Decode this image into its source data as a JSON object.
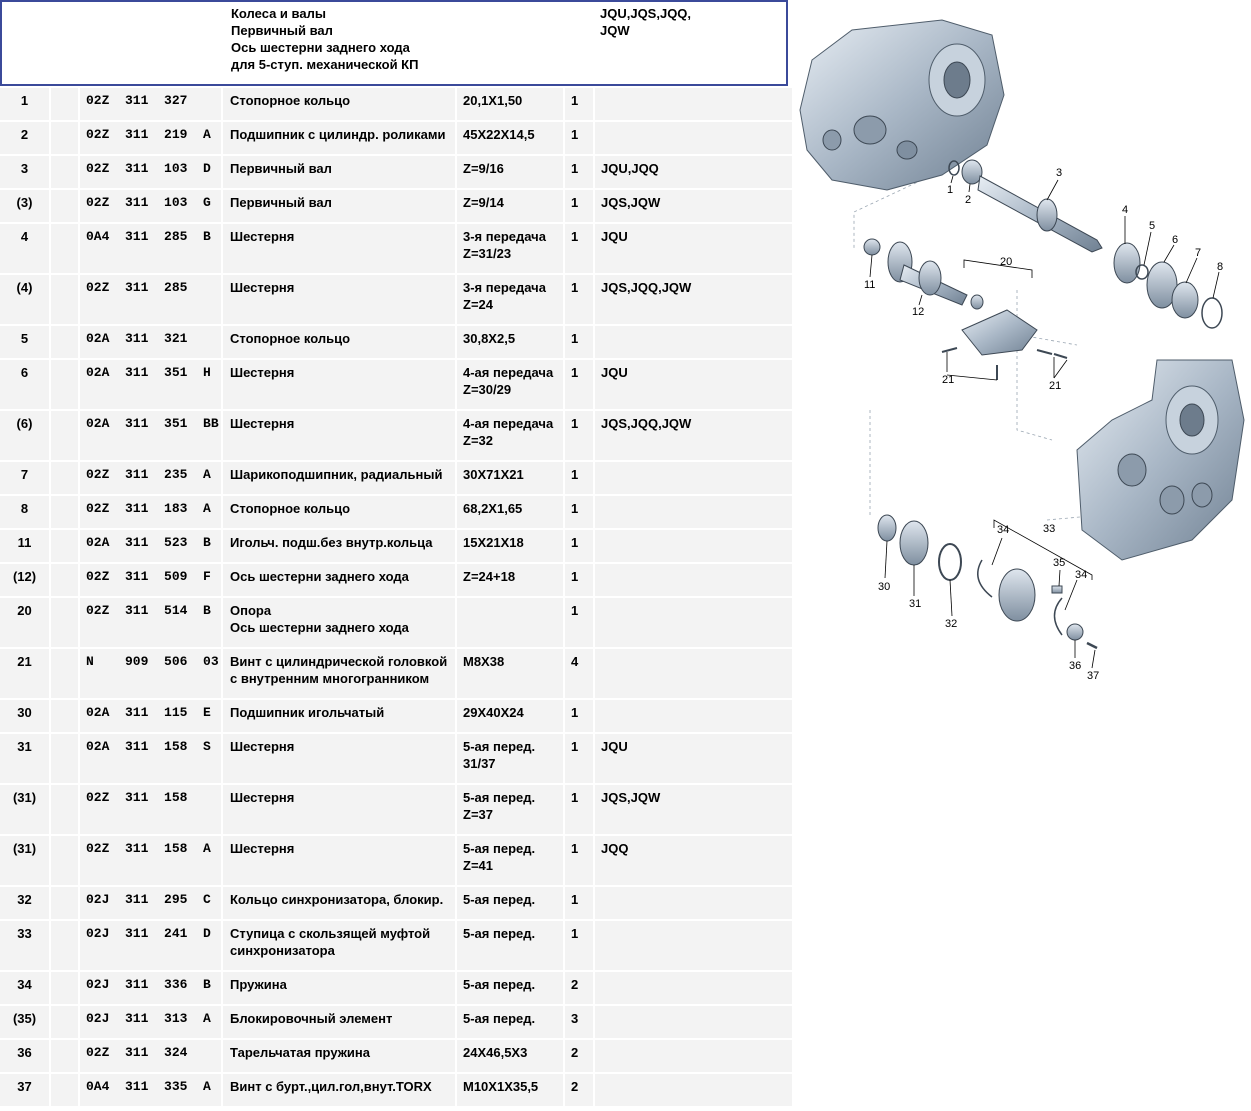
{
  "header": {
    "title_lines": "Колеса и валы\nПервичный вал\nОсь шестерни заднего хода\nдля 5-ступ. механической КП",
    "codes": "JQU,JQS,JQQ,\nJQW"
  },
  "rows": [
    {
      "pos": "1",
      "num": "02Z  311  327",
      "desc": "Стопорное кольцо",
      "spec": "20,1X1,50",
      "qty": "1",
      "code": ""
    },
    {
      "pos": "2",
      "num": "02Z  311  219  A",
      "desc": "Подшипник с цилиндр. роликами",
      "spec": "45X22X14,5",
      "qty": "1",
      "code": ""
    },
    {
      "pos": "3",
      "num": "02Z  311  103  D",
      "desc": "Первичный вал",
      "spec": "Z=9/16",
      "qty": "1",
      "code": "JQU,JQQ"
    },
    {
      "pos": "(3)",
      "num": "02Z  311  103  G",
      "desc": "Первичный вал",
      "spec": "Z=9/14",
      "qty": "1",
      "code": "JQS,JQW"
    },
    {
      "pos": "4",
      "num": "0A4  311  285  B",
      "desc": "Шестерня",
      "spec": "3-я передача\nZ=31/23",
      "qty": "1",
      "code": "JQU"
    },
    {
      "pos": "(4)",
      "num": "02Z  311  285",
      "desc": "Шестерня",
      "spec": "3-я передача\nZ=24",
      "qty": "1",
      "code": "JQS,JQQ,JQW"
    },
    {
      "pos": "5",
      "num": "02A  311  321",
      "desc": "Стопорное кольцо",
      "spec": "30,8X2,5",
      "qty": "1",
      "code": ""
    },
    {
      "pos": "6",
      "num": "02A  311  351  H",
      "desc": "Шестерня",
      "spec": "4-ая передача\nZ=30/29",
      "qty": "1",
      "code": "JQU"
    },
    {
      "pos": "(6)",
      "num": "02A  311  351  BB",
      "desc": "Шестерня",
      "spec": "4-ая передача\nZ=32",
      "qty": "1",
      "code": "JQS,JQQ,JQW"
    },
    {
      "pos": "7",
      "num": "02Z  311  235  A",
      "desc": "Шарикоподшипник, радиальный",
      "spec": "30X71X21",
      "qty": "1",
      "code": ""
    },
    {
      "pos": "8",
      "num": "02Z  311  183  A",
      "desc": "Стопорное кольцо",
      "spec": "68,2X1,65",
      "qty": "1",
      "code": ""
    },
    {
      "pos": "11",
      "num": "02A  311  523  B",
      "desc": "Игольч. подш.без внутр.кольца",
      "spec": "15X21X18",
      "qty": "1",
      "code": ""
    },
    {
      "pos": "(12)",
      "num": "02Z  311  509  F",
      "desc": "Ось шестерни заднего хода",
      "spec": "Z=24+18",
      "qty": "1",
      "code": ""
    },
    {
      "pos": "20",
      "num": "02Z  311  514  B",
      "desc": "Опора\nОсь шестерни заднего хода",
      "spec": "",
      "qty": "1",
      "code": ""
    },
    {
      "pos": "21",
      "num": "N    909  506  03",
      "desc": "Винт с цилиндрической головкой\nс внутренним многогранником",
      "spec": "M8X38",
      "qty": "4",
      "code": ""
    },
    {
      "pos": "30",
      "num": "02A  311  115  E",
      "desc": "Подшипник игольчатый",
      "spec": "29X40X24",
      "qty": "1",
      "code": ""
    },
    {
      "pos": "31",
      "num": "02A  311  158  S",
      "desc": "Шестерня",
      "spec": "5-ая перед.\n31/37",
      "qty": "1",
      "code": "JQU"
    },
    {
      "pos": "(31)",
      "num": "02Z  311  158",
      "desc": "Шестерня",
      "spec": "5-ая перед.\nZ=37",
      "qty": "1",
      "code": "JQS,JQW"
    },
    {
      "pos": "(31)",
      "num": "02Z  311  158  A",
      "desc": "Шестерня",
      "spec": "5-ая перед.\nZ=41",
      "qty": "1",
      "code": "JQQ"
    },
    {
      "pos": "32",
      "num": "02J  311  295  C",
      "desc": "Кольцо синхронизатора, блокир.",
      "spec": "5-ая перед.",
      "qty": "1",
      "code": ""
    },
    {
      "pos": "33",
      "num": "02J  311  241  D",
      "desc": "Ступица с скользящей муфтой\nсинхронизатора",
      "spec": "5-ая перед.",
      "qty": "1",
      "code": ""
    },
    {
      "pos": "34",
      "num": "02J  311  336  B",
      "desc": "Пружина",
      "spec": "5-ая перед.",
      "qty": "2",
      "code": ""
    },
    {
      "pos": "(35)",
      "num": "02J  311  313  A",
      "desc": "Блокировочный элемент",
      "spec": "5-ая перед.",
      "qty": "3",
      "code": ""
    },
    {
      "pos": "36",
      "num": "02Z  311  324",
      "desc": "Тарельчатая пружина",
      "spec": "24X46,5X3",
      "qty": "2",
      "code": ""
    },
    {
      "pos": "37",
      "num": "0A4  311  335  A",
      "desc": "Винт с бурт.,цил.гол,внут.TORX",
      "spec": "M10X1X35,5",
      "qty": "2",
      "code": ""
    }
  ],
  "diagram": {
    "callouts": {
      "c1": "1",
      "c2": "2",
      "c3": "3",
      "c4": "4",
      "c5": "5",
      "c6": "6",
      "c7": "7",
      "c8": "8",
      "c11": "11",
      "c12": "12",
      "c20": "20",
      "c21a": "21",
      "c21b": "21",
      "c30": "30",
      "c31": "31",
      "c32": "32",
      "c33": "33",
      "c34a": "34",
      "c34b": "34",
      "c35": "35",
      "c36": "36",
      "c37": "37"
    }
  }
}
